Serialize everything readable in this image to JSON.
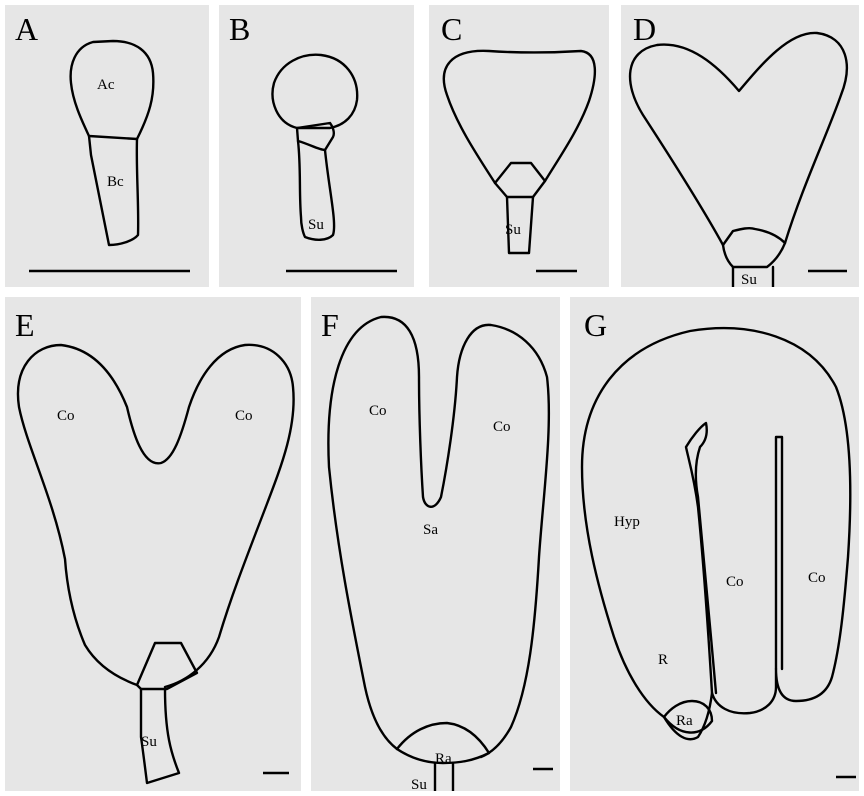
{
  "panels": {
    "A": {
      "letter": "A",
      "labels": {
        "ac": "Ac",
        "bc": "Bc"
      }
    },
    "B": {
      "letter": "B",
      "labels": {
        "su": "Su"
      }
    },
    "C": {
      "letter": "C",
      "labels": {
        "su": "Su"
      }
    },
    "D": {
      "letter": "D",
      "labels": {
        "su": "Su"
      }
    },
    "E": {
      "letter": "E",
      "labels": {
        "co_left": "Co",
        "co_right": "Co",
        "su": "Su"
      }
    },
    "F": {
      "letter": "F",
      "labels": {
        "co_left": "Co",
        "co_right": "Co",
        "sa": "Sa",
        "ra": "Ra",
        "su": "Su"
      }
    },
    "G": {
      "letter": "G",
      "labels": {
        "hyp": "Hyp",
        "co_left": "Co",
        "co_right": "Co",
        "r": "R",
        "ra": "Ra"
      }
    }
  }
}
